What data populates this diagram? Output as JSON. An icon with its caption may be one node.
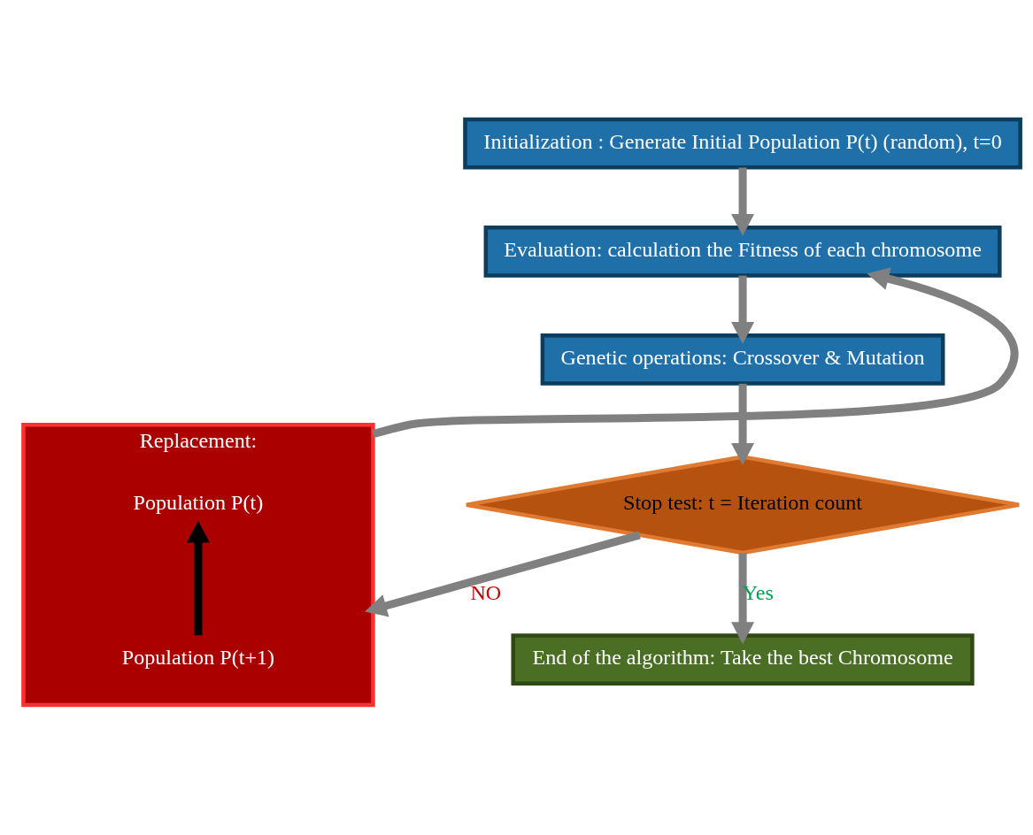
{
  "diagram": {
    "nodes": [
      {
        "text": [
          "Initialization : Generate Initial Population P(t) (random), t=0"
        ]
      },
      {
        "text": [
          "Evaluation: calculation the Fitness of each chromosome"
        ]
      },
      {
        "text": [
          "Genetic operations: Crossover & Mutation"
        ]
      },
      {
        "text": [
          "Stop test: t = Iteration count"
        ]
      },
      {
        "text": [
          "End of the algorithm: Take the best Chromosome"
        ]
      },
      {
        "text": [
          "Replacement:"
        ]
      },
      {
        "text": [
          "Population P(t)"
        ],
        "in": 5
      },
      {
        "text": [
          "Population P(t+1)"
        ],
        "in": 5
      }
    ],
    "edges": [
      {
        "from": 0,
        "to": 1,
        "arrow": "to"
      },
      {
        "from": 1,
        "to": 2,
        "arrow": "to"
      },
      {
        "from": 2,
        "to": 3,
        "arrow": "to"
      },
      {
        "from": 3,
        "to": 4,
        "arrow": "to",
        "label": "Yes"
      },
      {
        "from": 3,
        "to": 5,
        "arrow": "to",
        "label": "NO"
      },
      {
        "from": 5,
        "to": 1,
        "arrow": "to"
      },
      {
        "from": 7,
        "to": 6,
        "arrow": "to",
        "color": "#000000"
      }
    ]
  }
}
